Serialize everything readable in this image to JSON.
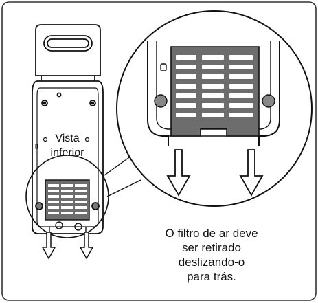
{
  "labels": {
    "view_line1": "Vista",
    "view_line2": "inferior",
    "caption_line1": "O filtro de ar deve",
    "caption_line2": "ser retirado",
    "caption_line3": "deslizando-o",
    "caption_line4": "para trás."
  },
  "colors": {
    "outline": "#111111",
    "filter_fill": "#6d6d6d",
    "filter_slot": "#ffffff",
    "border": "#333333",
    "background": "#ffffff"
  },
  "icons": [
    "down-arrow-icon",
    "screw-icon",
    "vent-grille-icon"
  ]
}
